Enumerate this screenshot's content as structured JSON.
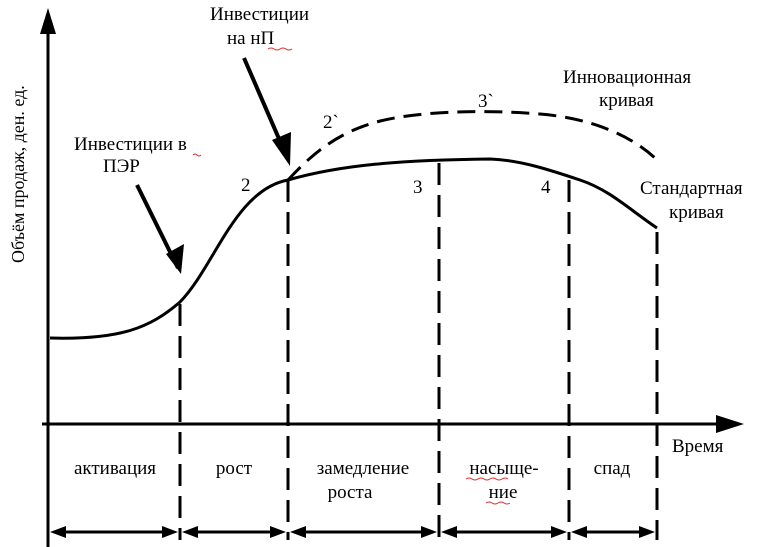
{
  "axes": {
    "y_label": "Объём продаж, ден. ед.",
    "x_label": "Время"
  },
  "curves": {
    "standard_label_line1": "Стандартная",
    "standard_label_line2": "кривая",
    "innovation_label_line1": "Инновационная",
    "innovation_label_line2": "кривая"
  },
  "annotations": {
    "investment_rnd_line1": "Инвестиции в",
    "investment_rnd_line2": "ПЭР",
    "investment_new_line1": "Инвестиции",
    "investment_new_line2": "на нП"
  },
  "points": {
    "p2": "2",
    "p3": "3",
    "p4": "4",
    "p2_prime": "2`",
    "p3_prime": "3`"
  },
  "stages": {
    "activation": "активация",
    "growth": "рост",
    "slowdown_line1": "замедление",
    "slowdown_line2": "роста",
    "saturation_line1": "насыще-",
    "saturation_line2": "ние",
    "decline": "спад"
  }
}
